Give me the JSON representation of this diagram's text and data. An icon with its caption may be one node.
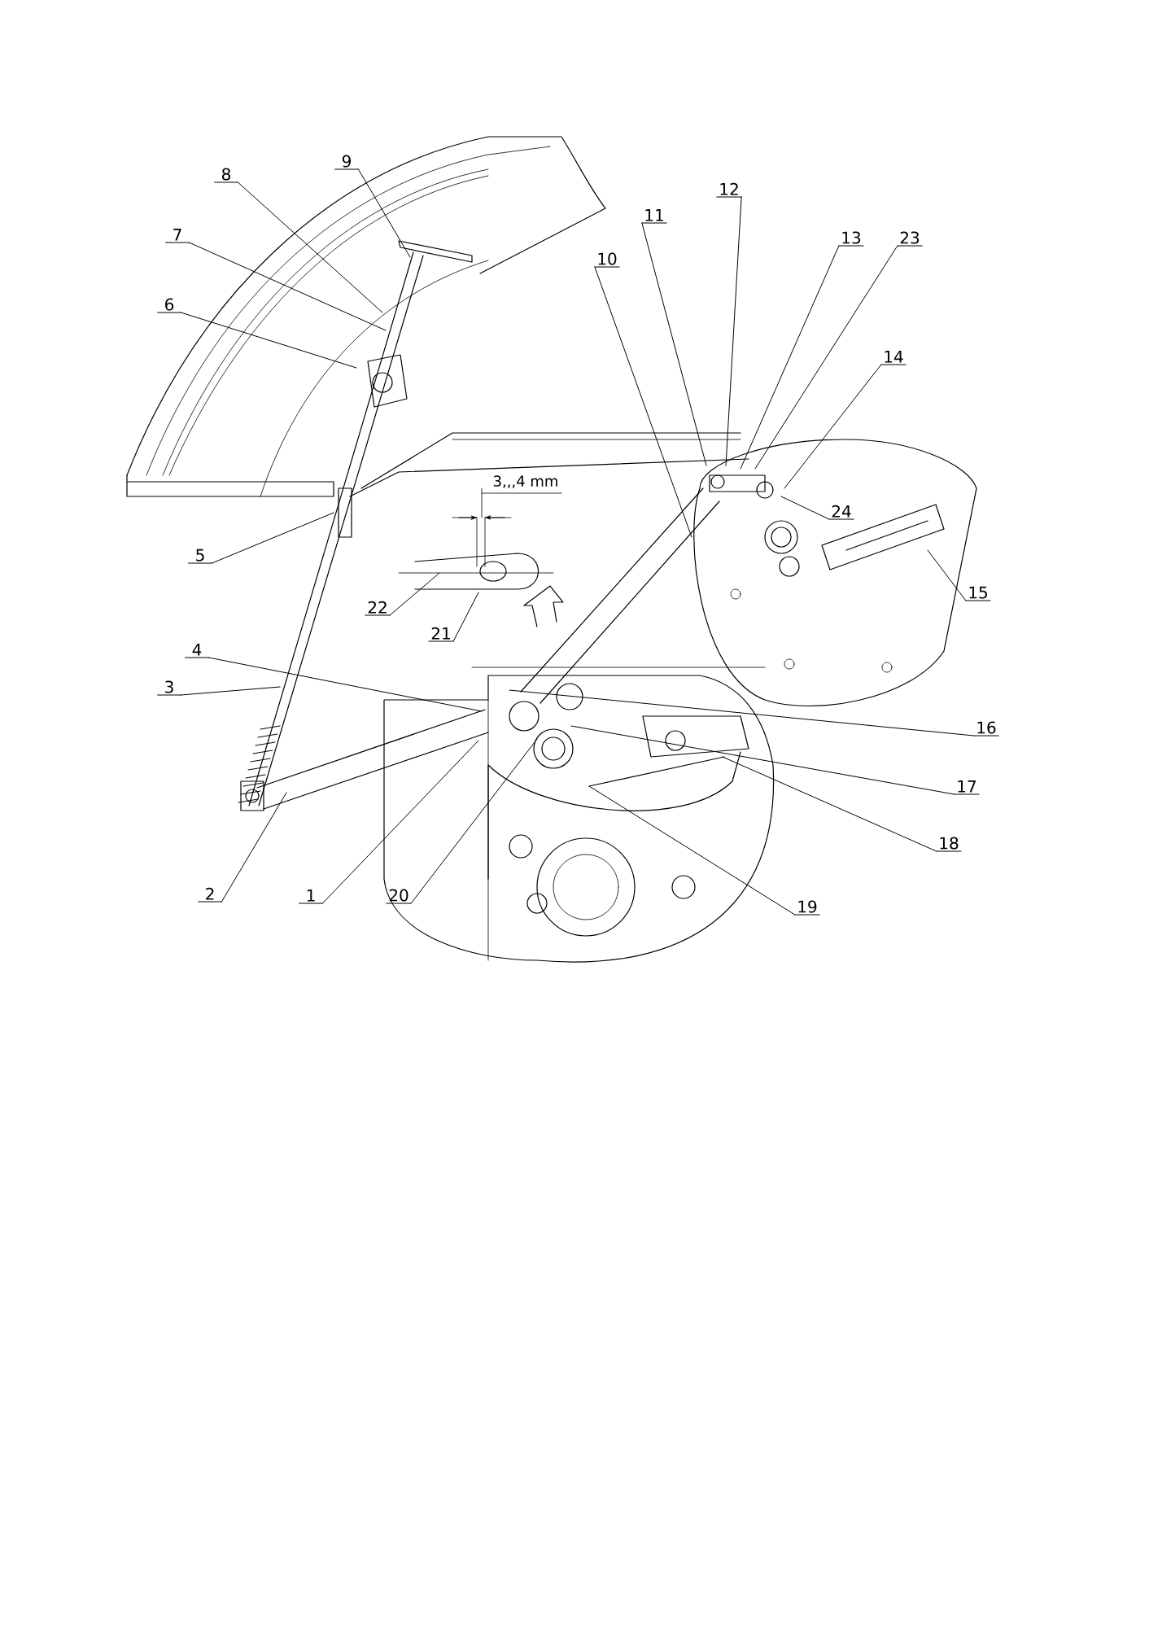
{
  "diagram": {
    "nodes": [
      {
        "text": [
          "1"
        ]
      },
      {
        "text": [
          "2"
        ]
      },
      {
        "text": [
          "3"
        ]
      },
      {
        "text": [
          "4"
        ]
      },
      {
        "text": [
          "5"
        ]
      },
      {
        "text": [
          "6"
        ]
      },
      {
        "text": [
          "7"
        ]
      },
      {
        "text": [
          "8"
        ]
      },
      {
        "text": [
          "9"
        ]
      },
      {
        "text": [
          "10"
        ]
      },
      {
        "text": [
          "11"
        ]
      },
      {
        "text": [
          "12"
        ]
      },
      {
        "text": [
          "13"
        ]
      },
      {
        "text": [
          "14"
        ]
      },
      {
        "text": [
          "15"
        ]
      },
      {
        "text": [
          "16"
        ]
      },
      {
        "text": [
          "17"
        ]
      },
      {
        "text": [
          "18"
        ]
      },
      {
        "text": [
          "19"
        ]
      },
      {
        "text": [
          "20"
        ]
      },
      {
        "text": [
          "21"
        ]
      },
      {
        "text": [
          "22"
        ]
      },
      {
        "text": [
          "23"
        ]
      },
      {
        "text": [
          "24"
        ]
      }
    ],
    "edges": [
      {
        "from": 0,
        "to": null,
        "arrow": "none"
      },
      {
        "from": 1,
        "to": null,
        "arrow": "none"
      },
      {
        "from": 2,
        "to": null,
        "arrow": "none"
      },
      {
        "from": 3,
        "to": null,
        "arrow": "none"
      },
      {
        "from": 4,
        "to": null,
        "arrow": "none"
      },
      {
        "from": 5,
        "to": null,
        "arrow": "none"
      },
      {
        "from": 6,
        "to": null,
        "arrow": "none"
      },
      {
        "from": 7,
        "to": null,
        "arrow": "none"
      },
      {
        "from": 8,
        "to": null,
        "arrow": "none"
      },
      {
        "from": 9,
        "to": null,
        "arrow": "none"
      },
      {
        "from": 10,
        "to": null,
        "arrow": "none"
      },
      {
        "from": 11,
        "to": null,
        "arrow": "none"
      },
      {
        "from": 12,
        "to": null,
        "arrow": "none"
      },
      {
        "from": 13,
        "to": null,
        "arrow": "none"
      },
      {
        "from": 14,
        "to": null,
        "arrow": "none"
      },
      {
        "from": 15,
        "to": null,
        "arrow": "none"
      },
      {
        "from": 16,
        "to": null,
        "arrow": "none"
      },
      {
        "from": 17,
        "to": null,
        "arrow": "none"
      },
      {
        "from": 18,
        "to": null,
        "arrow": "none"
      },
      {
        "from": 19,
        "to": null,
        "arrow": "none"
      },
      {
        "from": 20,
        "to": null,
        "arrow": "none"
      },
      {
        "from": 21,
        "to": null,
        "arrow": "none"
      },
      {
        "from": 22,
        "to": null,
        "arrow": "none"
      },
      {
        "from": 23,
        "to": null,
        "arrow": "none"
      }
    ],
    "labels": [
      "3,,,4 mm"
    ]
  }
}
